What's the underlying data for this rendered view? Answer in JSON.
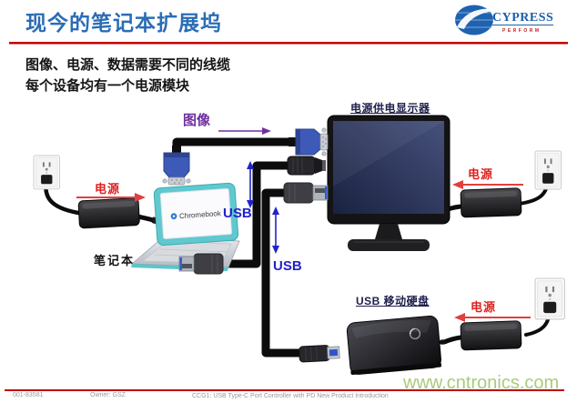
{
  "header": {
    "title": "现今的笔记本扩展坞",
    "logo": {
      "brand": "CYPRESS",
      "tagline": "PERFORM"
    }
  },
  "intro": {
    "line1": "图像、电源、数据需要不同的线缆",
    "line2": "每个设备均有一个电源模块"
  },
  "diagram": {
    "cable_labels": {
      "video": "图像",
      "usb_top": "USB",
      "usb_bottom": "USB"
    },
    "power_labels": {
      "laptop": "电源",
      "monitor": "电源",
      "hard_drive": "电源"
    },
    "device_labels": {
      "laptop": "笔记本",
      "monitor": "电源供电显示器",
      "hard_drive": "USB 移动硬盘",
      "laptop_brand": "Chromebook"
    }
  },
  "footer": {
    "doc_number": "001-83581",
    "owner": "Owner: GSZ",
    "title": "CCG1: USB Type-C Port Controller with PD New Product Introduction",
    "watermark": "www.cntronics.com"
  },
  "colors": {
    "title_blue": "#2A6DB5",
    "rule_red": "#C00000",
    "power_red": "#E02020",
    "video_purple": "#7030A0",
    "usb_blue": "#2222CC",
    "label_navy": "#20204E",
    "watermark_green": "#A9CB7B",
    "laptop_teal": "#5FC9CF"
  }
}
